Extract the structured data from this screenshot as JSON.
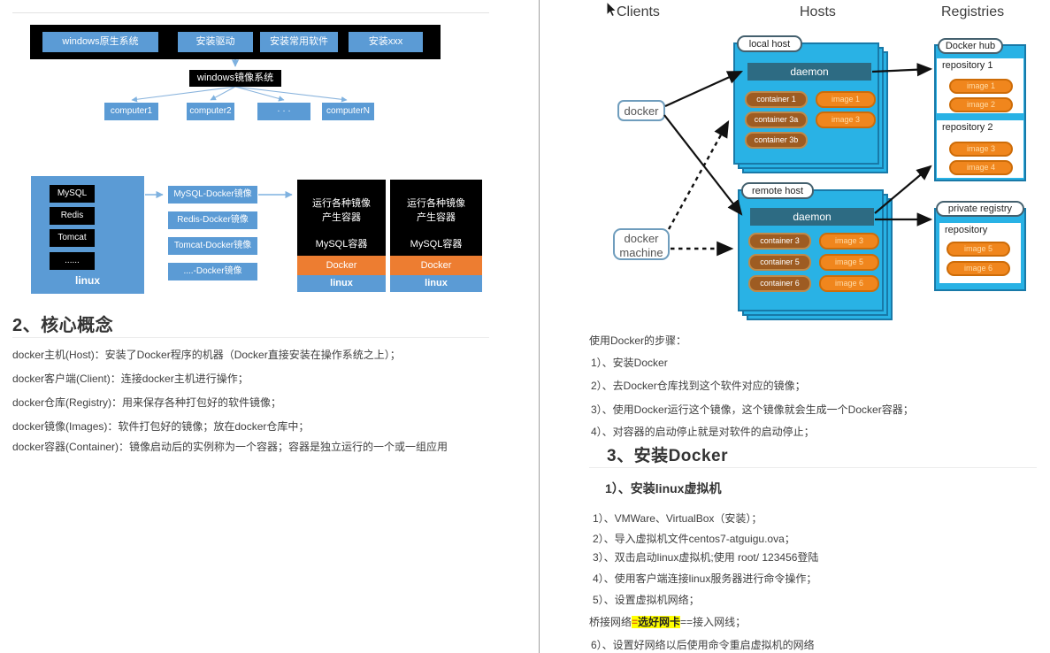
{
  "colors": {
    "left_blue": "#5b9bd5",
    "left_orange": "#ed7d31",
    "host_cyan": "#29b2e5",
    "daemon_teal": "#2d6b83",
    "container_brown": "#9e5c22",
    "image_orange": "#f0861d",
    "highlight_yellow": "#ffff00",
    "eq_red": "#e36c09",
    "text_gray": "#404040"
  },
  "left_page": {
    "top_diagram": {
      "bar_items": [
        "windows原生系统",
        "安装驱动",
        "安装常用软件",
        "安装xxx"
      ],
      "center_node": "windows镜像系统",
      "computers": [
        "computer1",
        "computer2",
        "· · ·",
        "computerN"
      ]
    },
    "image_diagram": {
      "os_box": {
        "apps": [
          "MySQL",
          "Redis",
          "Tomcat",
          "......"
        ],
        "os": "linux"
      },
      "images": [
        "MySQL-Docker镜像",
        "Redis-Docker镜像",
        "Tomcat-Docker镜像",
        "....-Docker镜像"
      ],
      "runtime_boxes": [
        {
          "line1": "运行各种镜像",
          "line2": "产生容器",
          "app": "MySQL容器",
          "platform": "Docker",
          "os": "linux"
        },
        {
          "line1": "运行各种镜像",
          "line2": "产生容器",
          "app": "MySQL容器",
          "platform": "Docker",
          "os": "linux"
        }
      ]
    },
    "section2": {
      "heading": "2、核心概念",
      "paragraphs": [
        "docker主机(Host)：安装了Docker程序的机器（Docker直接安装在操作系统之上）；",
        "docker客户端(Client)：连接docker主机进行操作；",
        "docker仓库(Registry)：用来保存各种打包好的软件镜像；",
        "docker镜像(Images)：软件打包好的镜像；放在docker仓库中；",
        "docker容器(Container)：镜像启动后的实例称为一个容器；容器是独立运行的一个或一组应用"
      ]
    }
  },
  "right_page": {
    "diagram": {
      "col_clients": "Clients",
      "col_hosts": "Hosts",
      "col_registries": "Registries",
      "docker_client": "docker",
      "docker_machine_line1": "docker",
      "docker_machine_line2": "machine",
      "local_host": {
        "label": "local host",
        "daemon": "daemon",
        "containers": [
          "container 1",
          "container 3a",
          "container 3b"
        ],
        "images": [
          "image 1",
          "image 3"
        ]
      },
      "remote_host": {
        "label": "remote host",
        "daemon": "daemon",
        "containers": [
          "container 3",
          "container 5",
          "container 6"
        ],
        "images": [
          "image 3",
          "image 5",
          "image 6"
        ]
      },
      "docker_hub": {
        "label": "Docker hub",
        "repos": [
          {
            "name": "repository 1",
            "images": [
              "image 1",
              "image 2"
            ]
          },
          {
            "name": "repository 2",
            "images": [
              "image 3",
              "image 4"
            ]
          }
        ]
      },
      "private_registry": {
        "label": "private registry",
        "repo": {
          "name": "repository",
          "images": [
            "image 5",
            "image 6"
          ]
        }
      }
    },
    "steps": {
      "intro": "使用Docker的步骤：",
      "items": [
        "1）、安装Docker",
        "2）、去Docker仓库找到这个软件对应的镜像；",
        "3）、使用Docker运行这个镜像，这个镜像就会生成一个Docker容器；",
        "4）、对容器的启动停止就是对软件的启动停止；"
      ]
    },
    "section3": {
      "heading": "3、安装Docker",
      "sub_heading": "1）、安装linux虚拟机",
      "items": [
        "1）、VMWare、VirtualBox（安装）；",
        "2）、导入虚拟机文件centos7-atguigu.ova；",
        "3）、双击启动linux虚拟机;使用 root/ 123456登陆",
        "4）、使用客户端连接linux服务器进行命令操作；",
        "5）、设置虚拟机网络；"
      ],
      "bridge_line": {
        "prefix": "桥接网络",
        "eq": "=",
        "highlight": "选好网卡",
        "suffix": "==接入网线；"
      },
      "item6": "6）、设置好网络以后使用命令重启虚拟机的网络"
    }
  }
}
